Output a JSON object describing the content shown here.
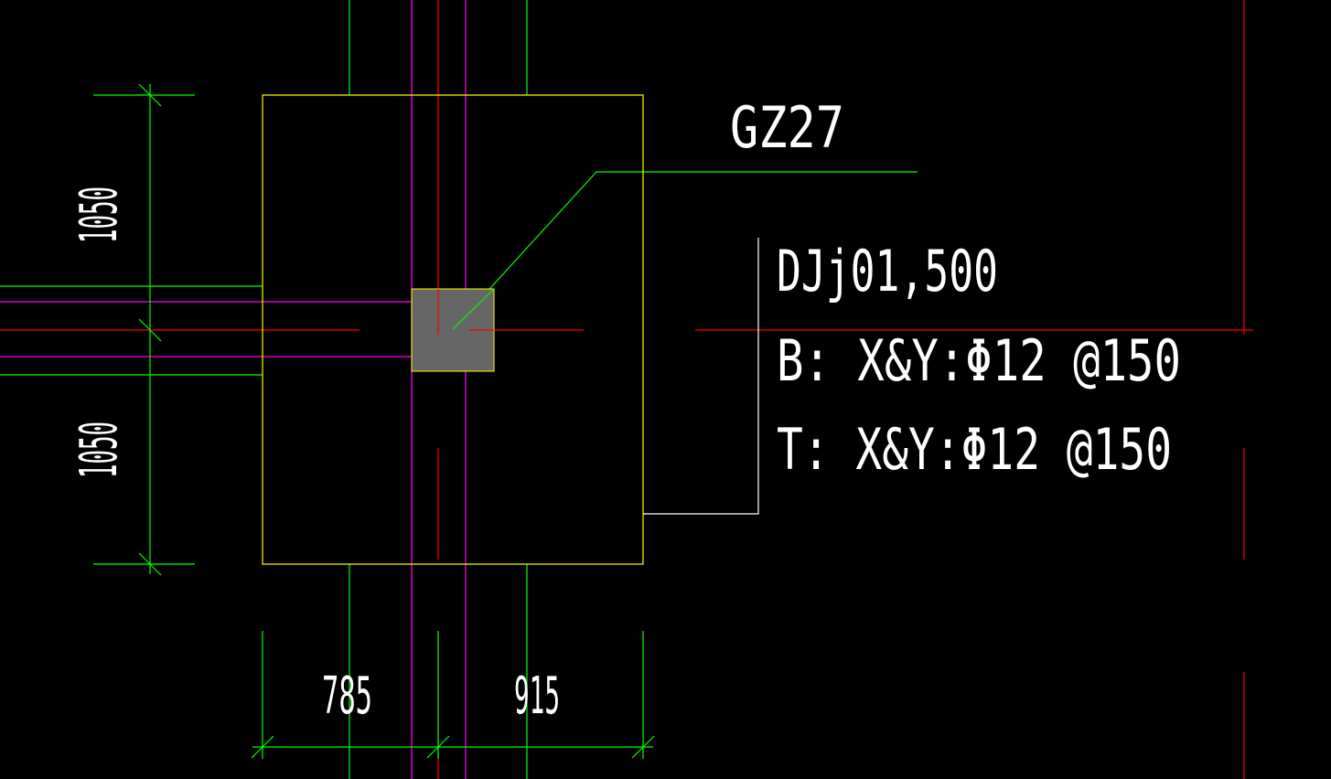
{
  "colors": {
    "background": "#000000",
    "axis_line": "#ff0000",
    "wall_line": "#ff00ff",
    "dimension_line": "#00ff00",
    "footing_outline": "#ffff00",
    "column_fill": "#666666",
    "annotation": "#ffffff"
  },
  "labels": {
    "column_tag": "GZ27",
    "footing_id": "DJj01,500",
    "bottom_reinforcement": "B:  X&Y:Φ12 @150",
    "top_reinforcement": "T:  X&Y:Φ12 @150"
  },
  "dimensions": {
    "upper_vertical": "1050",
    "lower_vertical": "1050",
    "left_horizontal": "785",
    "right_horizontal": "915"
  }
}
